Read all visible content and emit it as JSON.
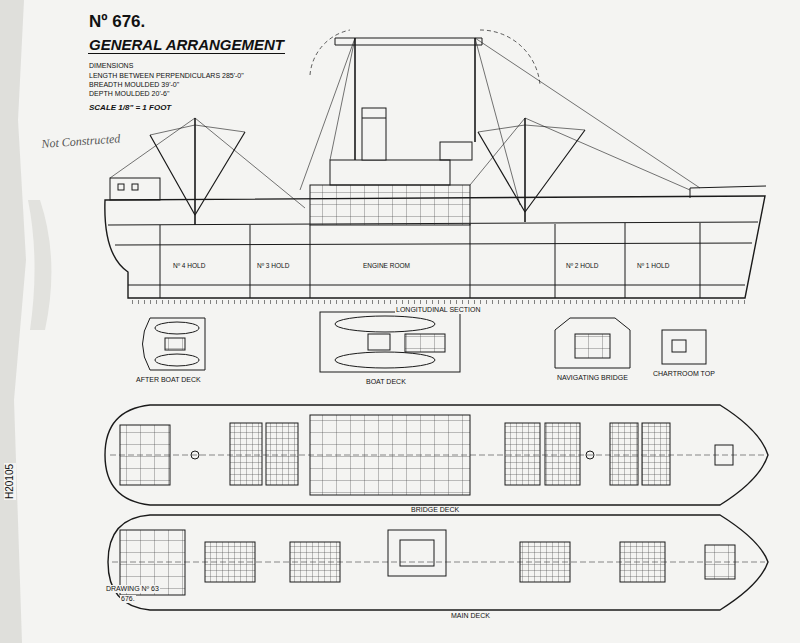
{
  "diagram": {
    "title": "GENERAL ARRANGEMENT",
    "labels": [
      "Nº 676.",
      "DIMENSIONS",
      "LENGTH BETWEEN PERPENDICULARS 285'-0\"",
      "BREADTH MOULDED 39'-0\"",
      "DEPTH MOULDED 20'-6\"",
      "SCALE 1/8\" = 1 FOOT",
      "Not Constructed",
      "LONGITUDINAL SECTION",
      "Nº 4 HOLD",
      "Nº 3 HOLD",
      "ENGINE ROOM",
      "Nº 2 HOLD",
      "Nº 1 HOLD",
      "AFTER BOAT DECK",
      "BOAT DECK",
      "NAVIGATING BRIDGE",
      "CHARTROOM TOP",
      "BRIDGE DECK",
      "MAIN DECK",
      "DRAWING Nº 63",
      "676.",
      "H20105"
    ]
  }
}
